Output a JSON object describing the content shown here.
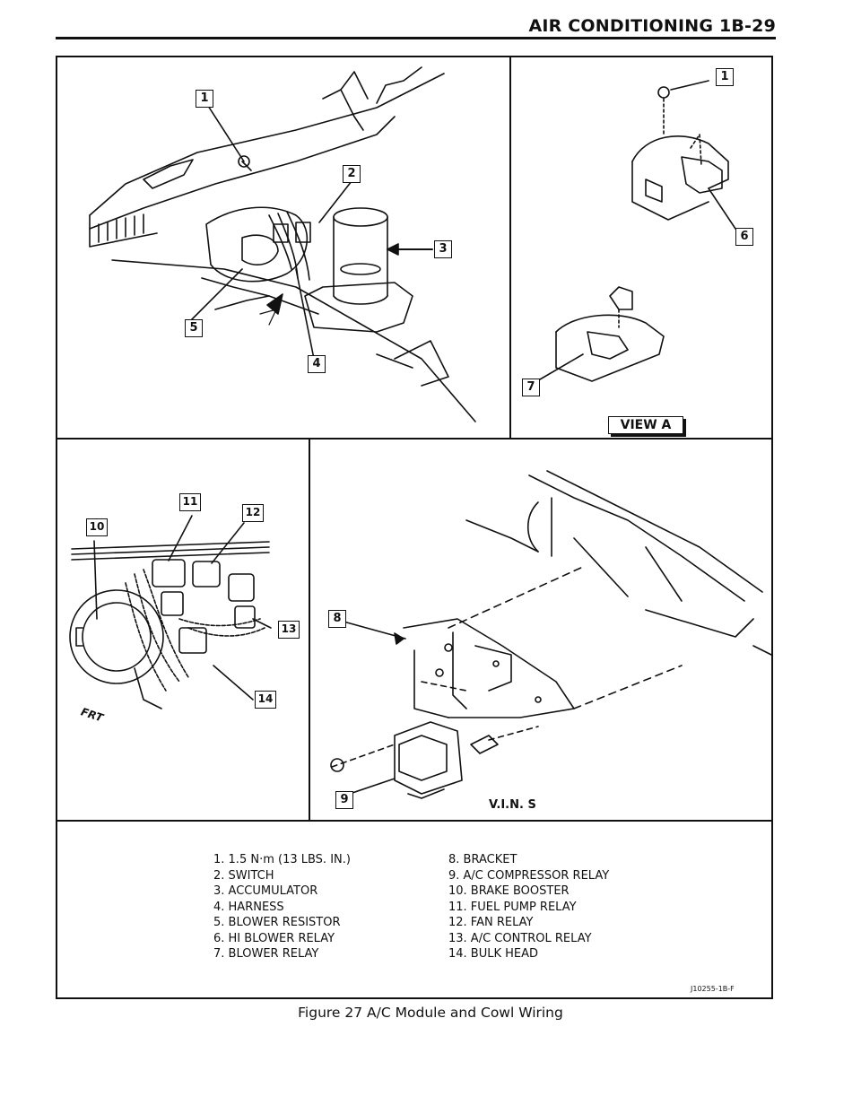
{
  "header": {
    "title": "AIR CONDITIONING  1B-29"
  },
  "callouts": [
    "1",
    "2",
    "3",
    "4",
    "5",
    "6",
    "7",
    "8",
    "9",
    "10",
    "11",
    "12",
    "13",
    "14"
  ],
  "view_label": "VIEW A",
  "vin_label": "V.I.N. S",
  "frt_label": "FRT",
  "legend": {
    "left": [
      "1. 1.5 N·m (13 LBS. IN.)",
      "2. SWITCH",
      "3. ACCUMULATOR",
      "4. HARNESS",
      "5. BLOWER RESISTOR",
      "6. HI BLOWER RELAY",
      "7. BLOWER RELAY"
    ],
    "right": [
      "8. BRACKET",
      "9. A/C COMPRESSOR RELAY",
      "10. BRAKE BOOSTER",
      "11. FUEL PUMP RELAY",
      "12. FAN RELAY",
      "13. A/C CONTROL RELAY",
      "14. BULK HEAD"
    ]
  },
  "ref_code": "J10255-1B-F",
  "caption": "Figure 27 A/C Module and Cowl Wiring"
}
